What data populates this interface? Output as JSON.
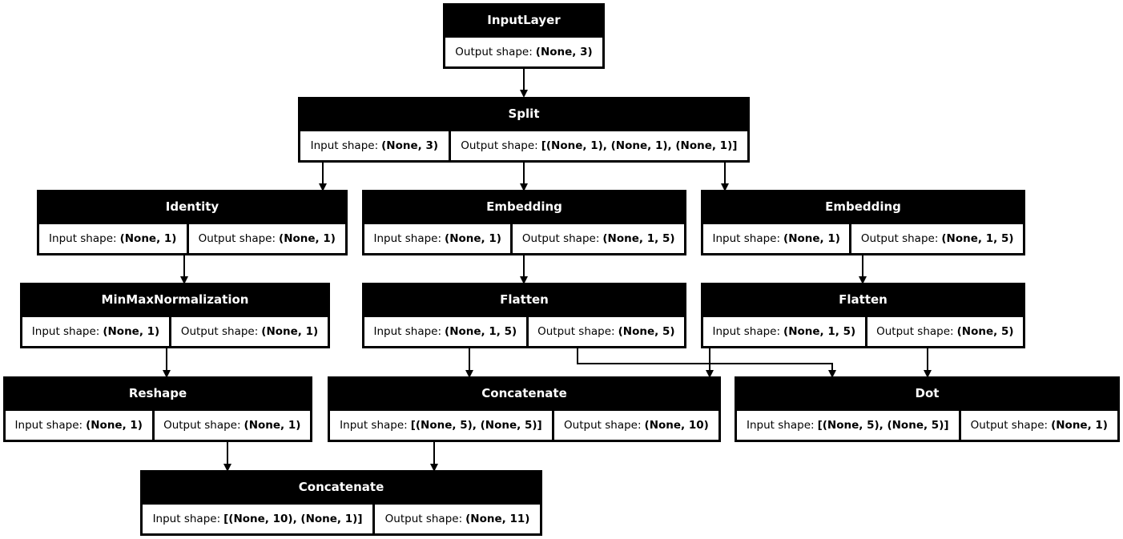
{
  "diagram": {
    "nodes": [
      {
        "id": "inputlayer",
        "title": "InputLayer",
        "output_label": "Output shape:",
        "output": "(None, 3)"
      },
      {
        "id": "split",
        "title": "Split",
        "input_label": "Input shape:",
        "input": "(None, 3)",
        "output_label": "Output shape:",
        "output": "[(None, 1), (None, 1), (None, 1)]"
      },
      {
        "id": "identity",
        "title": "Identity",
        "input_label": "Input shape:",
        "input": "(None, 1)",
        "output_label": "Output shape:",
        "output": "(None, 1)"
      },
      {
        "id": "embedding1",
        "title": "Embedding",
        "input_label": "Input shape:",
        "input": "(None, 1)",
        "output_label": "Output shape:",
        "output": "(None, 1, 5)"
      },
      {
        "id": "embedding2",
        "title": "Embedding",
        "input_label": "Input shape:",
        "input": "(None, 1)",
        "output_label": "Output shape:",
        "output": "(None, 1, 5)"
      },
      {
        "id": "minmax",
        "title": "MinMaxNormalization",
        "input_label": "Input shape:",
        "input": "(None, 1)",
        "output_label": "Output shape:",
        "output": "(None, 1)"
      },
      {
        "id": "flatten1",
        "title": "Flatten",
        "input_label": "Input shape:",
        "input": "(None, 1, 5)",
        "output_label": "Output shape:",
        "output": "(None, 5)"
      },
      {
        "id": "flatten2",
        "title": "Flatten",
        "input_label": "Input shape:",
        "input": "(None, 1, 5)",
        "output_label": "Output shape:",
        "output": "(None, 5)"
      },
      {
        "id": "reshape",
        "title": "Reshape",
        "input_label": "Input shape:",
        "input": "(None, 1)",
        "output_label": "Output shape:",
        "output": "(None, 1)"
      },
      {
        "id": "concat1",
        "title": "Concatenate",
        "input_label": "Input shape:",
        "input": "[(None, 5), (None, 5)]",
        "output_label": "Output shape:",
        "output": "(None, 10)"
      },
      {
        "id": "dot",
        "title": "Dot",
        "input_label": "Input shape:",
        "input": "[(None, 5), (None, 5)]",
        "output_label": "Output shape:",
        "output": "(None, 1)"
      },
      {
        "id": "concat2",
        "title": "Concatenate",
        "input_label": "Input shape:",
        "input": "[(None, 10), (None, 1)]",
        "output_label": "Output shape:",
        "output": "(None, 11)"
      }
    ],
    "edges": [
      {
        "from": "inputlayer",
        "to": "split"
      },
      {
        "from": "split",
        "to": "identity"
      },
      {
        "from": "split",
        "to": "embedding1"
      },
      {
        "from": "split",
        "to": "embedding2"
      },
      {
        "from": "identity",
        "to": "minmax"
      },
      {
        "from": "embedding1",
        "to": "flatten1"
      },
      {
        "from": "embedding2",
        "to": "flatten2"
      },
      {
        "from": "minmax",
        "to": "reshape"
      },
      {
        "from": "flatten1",
        "to": "concat1"
      },
      {
        "from": "flatten2",
        "to": "concat1"
      },
      {
        "from": "flatten1",
        "to": "dot"
      },
      {
        "from": "flatten2",
        "to": "dot"
      },
      {
        "from": "reshape",
        "to": "concat2"
      },
      {
        "from": "concat1",
        "to": "concat2"
      }
    ]
  }
}
